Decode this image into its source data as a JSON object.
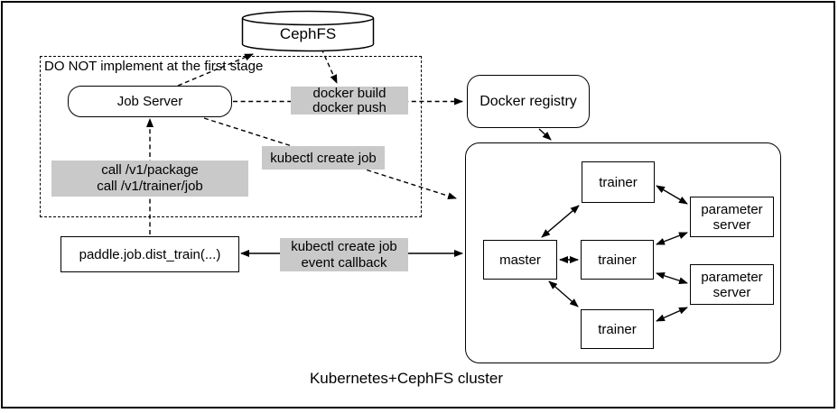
{
  "palette": {
    "label_bg": "#c9c9c9",
    "stroke": "#000000",
    "canvas_bg": "#ffffff"
  },
  "note_box": {
    "label": "DO NOT implement at the first stage"
  },
  "nodes": {
    "cephfs": {
      "label": "CephFS"
    },
    "job_server": {
      "label": "Job Server"
    },
    "docker_registry": {
      "label": "Docker registry"
    },
    "paddle_client": {
      "label": "paddle.job.dist_train(...)"
    },
    "master": {
      "label": "master"
    },
    "trainer_top": {
      "label": "trainer"
    },
    "trainer_middle": {
      "label": "trainer"
    },
    "trainer_bottom": {
      "label": "trainer"
    },
    "parameter_server_top": {
      "label": "parameter server"
    },
    "parameter_server_bottom": {
      "label": "parameter server"
    }
  },
  "edge_labels": {
    "docker_build_push": {
      "line1": "docker build",
      "line2": "docker push"
    },
    "kubectl_create_job": {
      "line1": "kubectl create job"
    },
    "call_api": {
      "line1": "call /v1/package",
      "line2": "call /v1/trainer/job"
    },
    "kubectl_event_callback": {
      "line1": "kubectl create job",
      "line2": "event callback"
    }
  },
  "caption": {
    "label": "Kubernetes+CephFS cluster"
  }
}
